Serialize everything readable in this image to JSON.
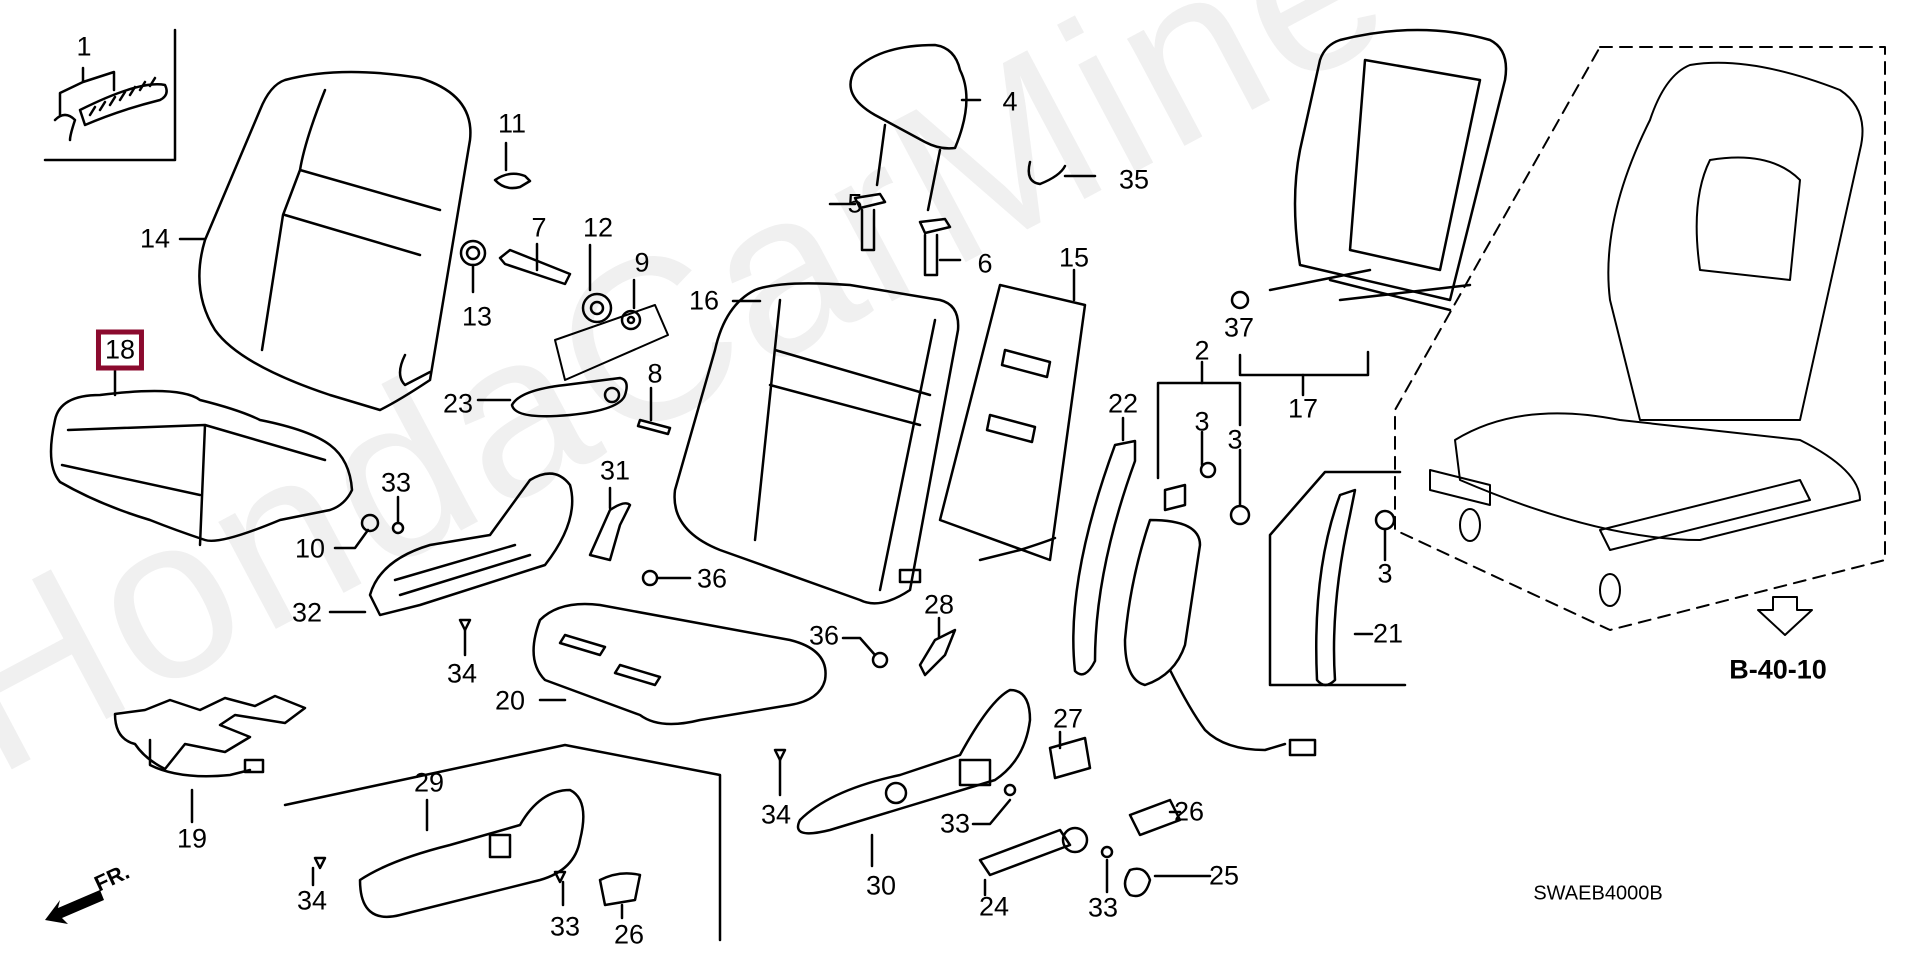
{
  "diagram": {
    "type": "exploded-parts-diagram",
    "subject": "Front seat components",
    "watermark": "HondaCarMine",
    "selected_part": "18",
    "selected_color": "#8b0a2e",
    "reference": "B-40-10",
    "diagram_code": "SWAEB4000B",
    "front_indicator": "FR.",
    "callouts": [
      {
        "id": "c1",
        "label": "1"
      },
      {
        "id": "c14",
        "label": "14"
      },
      {
        "id": "c18",
        "label": "18"
      },
      {
        "id": "c11",
        "label": "11"
      },
      {
        "id": "c7",
        "label": "7"
      },
      {
        "id": "c12",
        "label": "12"
      },
      {
        "id": "c9",
        "label": "9"
      },
      {
        "id": "c13",
        "label": "13"
      },
      {
        "id": "c4",
        "label": "4"
      },
      {
        "id": "c5",
        "label": "5"
      },
      {
        "id": "c6",
        "label": "6"
      },
      {
        "id": "c35",
        "label": "35"
      },
      {
        "id": "c16",
        "label": "16"
      },
      {
        "id": "c15",
        "label": "15"
      },
      {
        "id": "c37",
        "label": "37"
      },
      {
        "id": "c2",
        "label": "2"
      },
      {
        "id": "c3a",
        "label": "3"
      },
      {
        "id": "c3b",
        "label": "3"
      },
      {
        "id": "c17",
        "label": "17"
      },
      {
        "id": "c22",
        "label": "22"
      },
      {
        "id": "c23",
        "label": "23"
      },
      {
        "id": "c8",
        "label": "8"
      },
      {
        "id": "c31",
        "label": "31"
      },
      {
        "id": "c33a",
        "label": "33"
      },
      {
        "id": "c10",
        "label": "10"
      },
      {
        "id": "c36a",
        "label": "36"
      },
      {
        "id": "c32",
        "label": "32"
      },
      {
        "id": "c34a",
        "label": "34"
      },
      {
        "id": "c28",
        "label": "28"
      },
      {
        "id": "c36b",
        "label": "36"
      },
      {
        "id": "c20",
        "label": "20"
      },
      {
        "id": "c21",
        "label": "21"
      },
      {
        "id": "c3c",
        "label": "3"
      },
      {
        "id": "c27",
        "label": "27"
      },
      {
        "id": "c26a",
        "label": "26"
      },
      {
        "id": "c33b",
        "label": "33"
      },
      {
        "id": "c34b",
        "label": "34"
      },
      {
        "id": "c30",
        "label": "30"
      },
      {
        "id": "c24",
        "label": "24"
      },
      {
        "id": "c33c",
        "label": "33"
      },
      {
        "id": "c25",
        "label": "25"
      },
      {
        "id": "c29",
        "label": "29"
      },
      {
        "id": "c19",
        "label": "19"
      },
      {
        "id": "c34c",
        "label": "34"
      },
      {
        "id": "c33d",
        "label": "33"
      },
      {
        "id": "c26b",
        "label": "26"
      }
    ]
  }
}
